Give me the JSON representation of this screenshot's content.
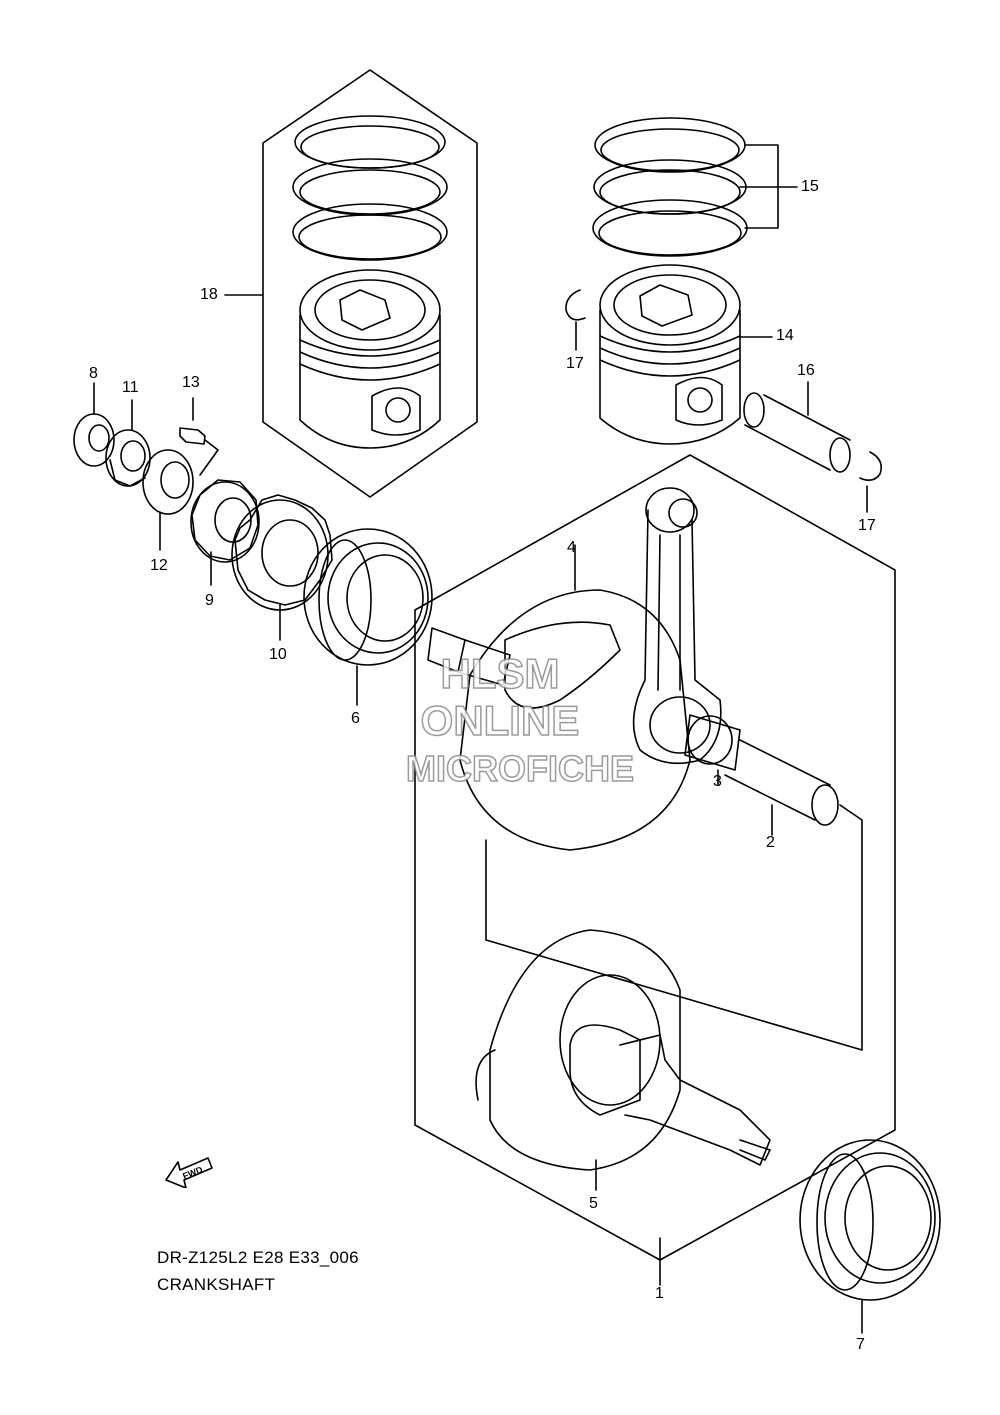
{
  "diagram": {
    "model_code": "DR-Z125L2 E28 E33_006",
    "section_title": "CRANKSHAFT",
    "watermark": [
      "HLSM",
      "ONLINE",
      "MICROFICHE"
    ],
    "fwd_label": "FWD",
    "callouts": [
      {
        "id": "1",
        "label": "1"
      },
      {
        "id": "2",
        "label": "2"
      },
      {
        "id": "3",
        "label": "3"
      },
      {
        "id": "4",
        "label": "4"
      },
      {
        "id": "5",
        "label": "5"
      },
      {
        "id": "6",
        "label": "6"
      },
      {
        "id": "7",
        "label": "7"
      },
      {
        "id": "8",
        "label": "8"
      },
      {
        "id": "9",
        "label": "9"
      },
      {
        "id": "10",
        "label": "10"
      },
      {
        "id": "11",
        "label": "11"
      },
      {
        "id": "12",
        "label": "12"
      },
      {
        "id": "13",
        "label": "13"
      },
      {
        "id": "14",
        "label": "14"
      },
      {
        "id": "15",
        "label": "15"
      },
      {
        "id": "16",
        "label": "16"
      },
      {
        "id": "17a",
        "label": "17"
      },
      {
        "id": "17b",
        "label": "17"
      },
      {
        "id": "18",
        "label": "18"
      }
    ]
  }
}
